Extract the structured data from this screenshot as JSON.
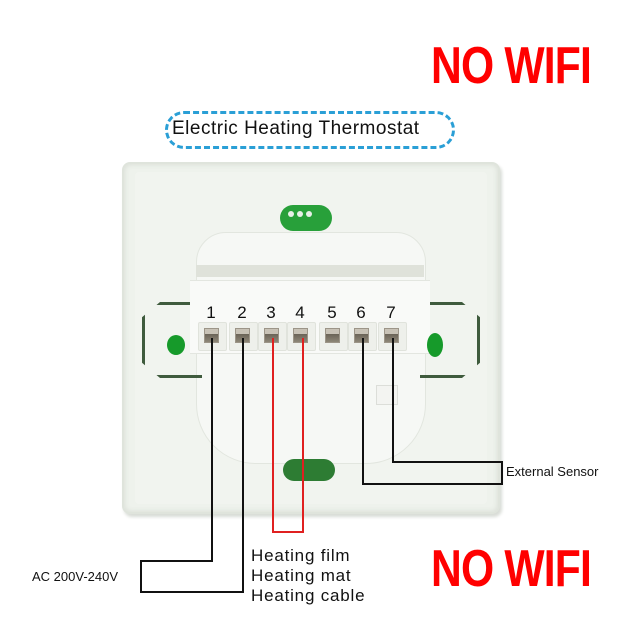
{
  "banners": {
    "top": "NO WIFI",
    "bottom": "NO WIFI",
    "color": "#ff0000"
  },
  "title": {
    "text": "Electric Heating Thermostat",
    "border_color": "#2a9fd6"
  },
  "terminals": [
    {
      "number": "1",
      "wire": "black"
    },
    {
      "number": "2",
      "wire": "black"
    },
    {
      "number": "3",
      "wire": "red"
    },
    {
      "number": "4",
      "wire": "red"
    },
    {
      "number": "5",
      "wire": "none"
    },
    {
      "number": "6",
      "wire": "black"
    },
    {
      "number": "7",
      "wire": "black"
    }
  ],
  "labels": {
    "power": "AC 200V-240V",
    "load": [
      "Heating film",
      "Heating mat",
      "Heating cable"
    ],
    "sensor": "External Sensor"
  },
  "colors": {
    "wire_black": "#111111",
    "wire_red": "#e02020",
    "plate": "#eef2ec",
    "pcb_green": "#28a03a"
  }
}
